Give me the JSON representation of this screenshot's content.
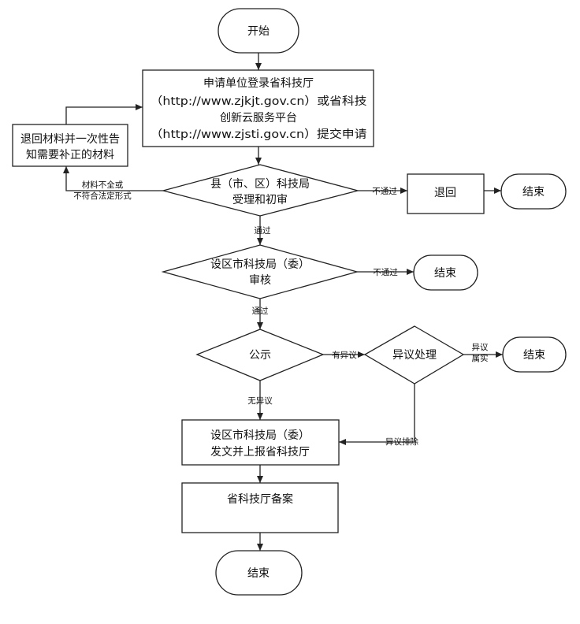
{
  "nodes": {
    "start": "开始",
    "apply": {
      "line1": "申请单位登录省科技厅",
      "line2": "（http://www.zjkjt.gov.cn）或省科技",
      "line3": "创新云服务平台",
      "line4": "（http://www.zjsti.gov.cn）提交申请"
    },
    "return_materials": {
      "line1": "退回材料并一次性告",
      "line2": "知需要补正的材料"
    },
    "county_review": {
      "line1": "县（市、区）科技局",
      "line2": "受理和初审"
    },
    "returned": "退回",
    "end1": "结束",
    "city_review": {
      "line1": "设区市科技局（委）",
      "line2": "审核"
    },
    "end2": "结束",
    "publicity": "公示",
    "objection": "异议处理",
    "end3": "结束",
    "city_submit": {
      "line1": "设区市科技局（委）",
      "line2": "发文并上报省科技厅"
    },
    "filing": "省科技厅备案",
    "end_final": "结束"
  },
  "edges": {
    "incomplete": {
      "line1": "材料不全或",
      "line2": "不符合法定形式"
    },
    "fail1": "不通过",
    "pass1": "通过",
    "fail2": "不通过",
    "pass2": "通过",
    "has_objection": "有异议",
    "objection_confirmed": {
      "line1": "异议",
      "line2": "属实"
    },
    "no_objection": "无异议",
    "objection_dismissed": "异议排除"
  }
}
